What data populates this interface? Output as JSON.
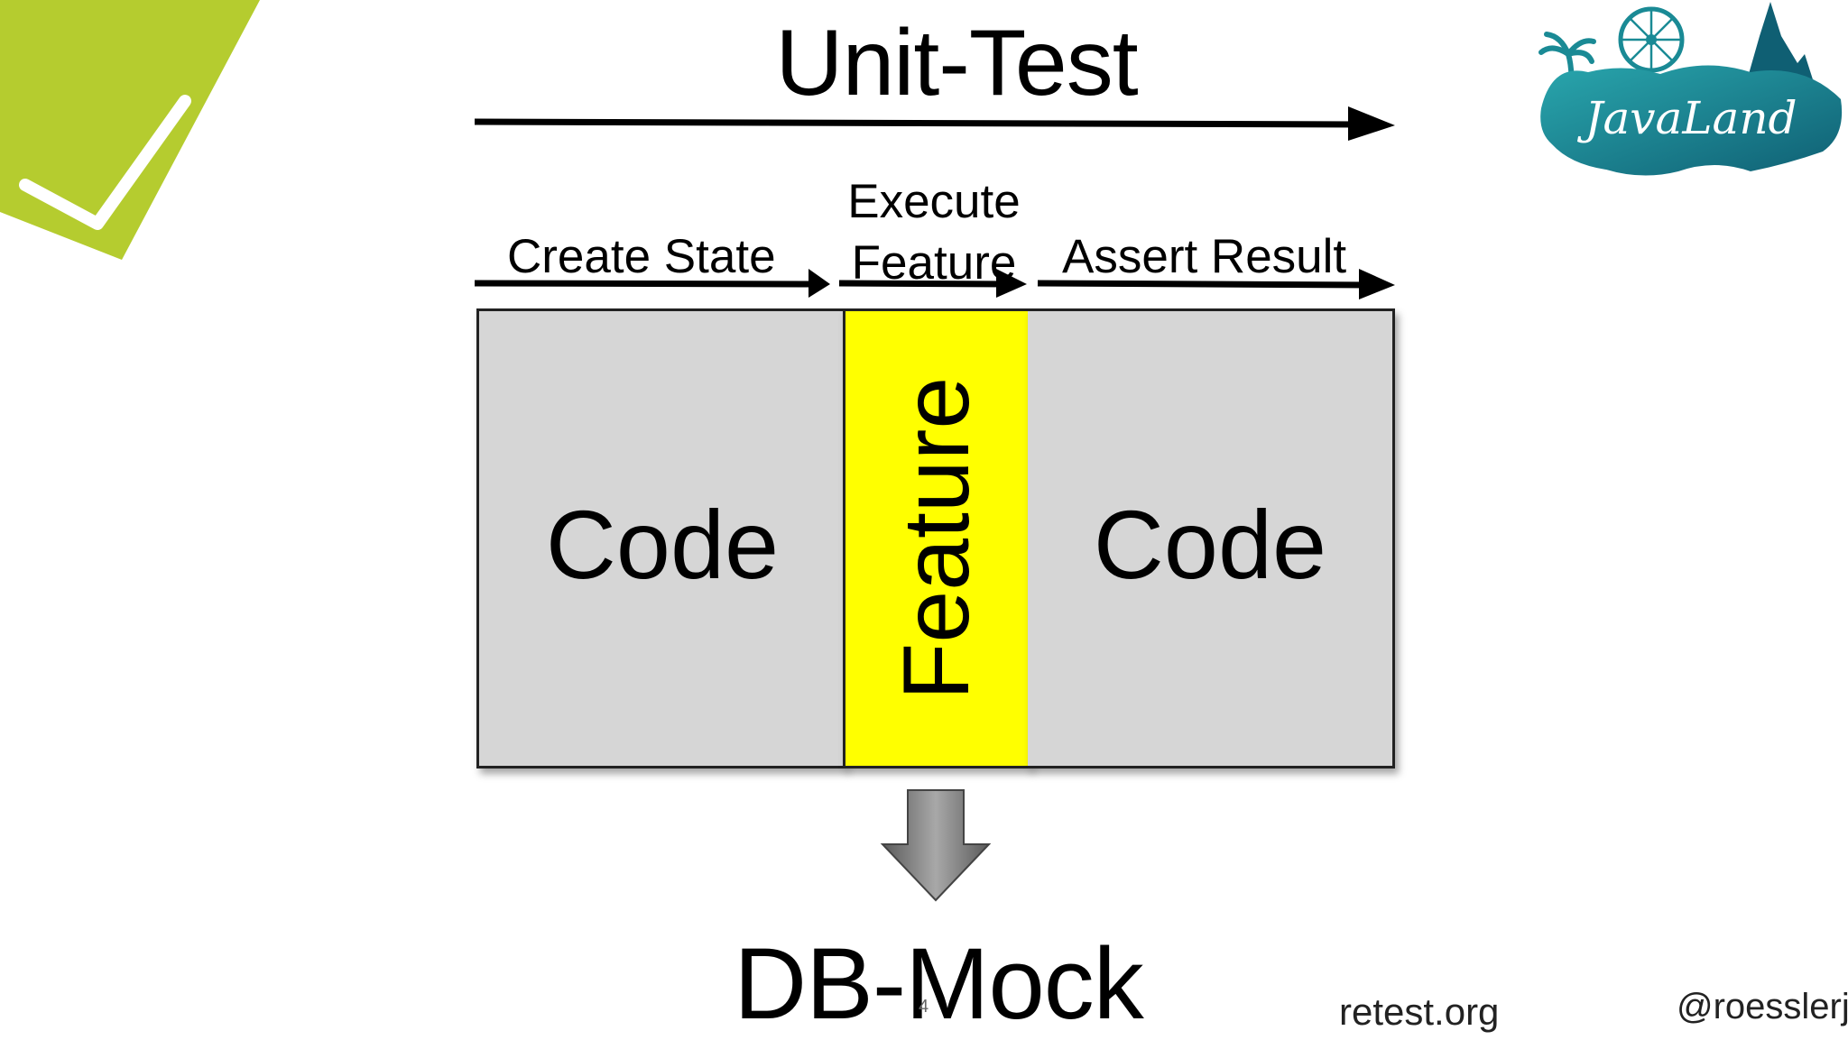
{
  "slide": {
    "title": "Unit-Test",
    "steps": {
      "create_state": "Create State",
      "execute_feature_line1": "Execute",
      "execute_feature_line2": "Feature",
      "assert_result": "Assert Result"
    },
    "boxes": {
      "left_label": "Code",
      "middle_label": "Feature",
      "right_label": "Code"
    },
    "bottom_label": "DB-Mock",
    "page_number": "4",
    "footer_site": "retest.org",
    "footer_handle": "@roesslerj",
    "logo_text": "JavaLand"
  },
  "colors": {
    "accent_green": "#b5cc2f",
    "feature_yellow": "#ffff00",
    "code_gray": "#d6d6d6",
    "javaland_teal": "#1a8a95"
  },
  "icons": {
    "top_left_logo": "retest-check-logo-icon",
    "top_right_logo": "javaland-logo-icon",
    "down_arrow": "down-arrow-icon"
  }
}
